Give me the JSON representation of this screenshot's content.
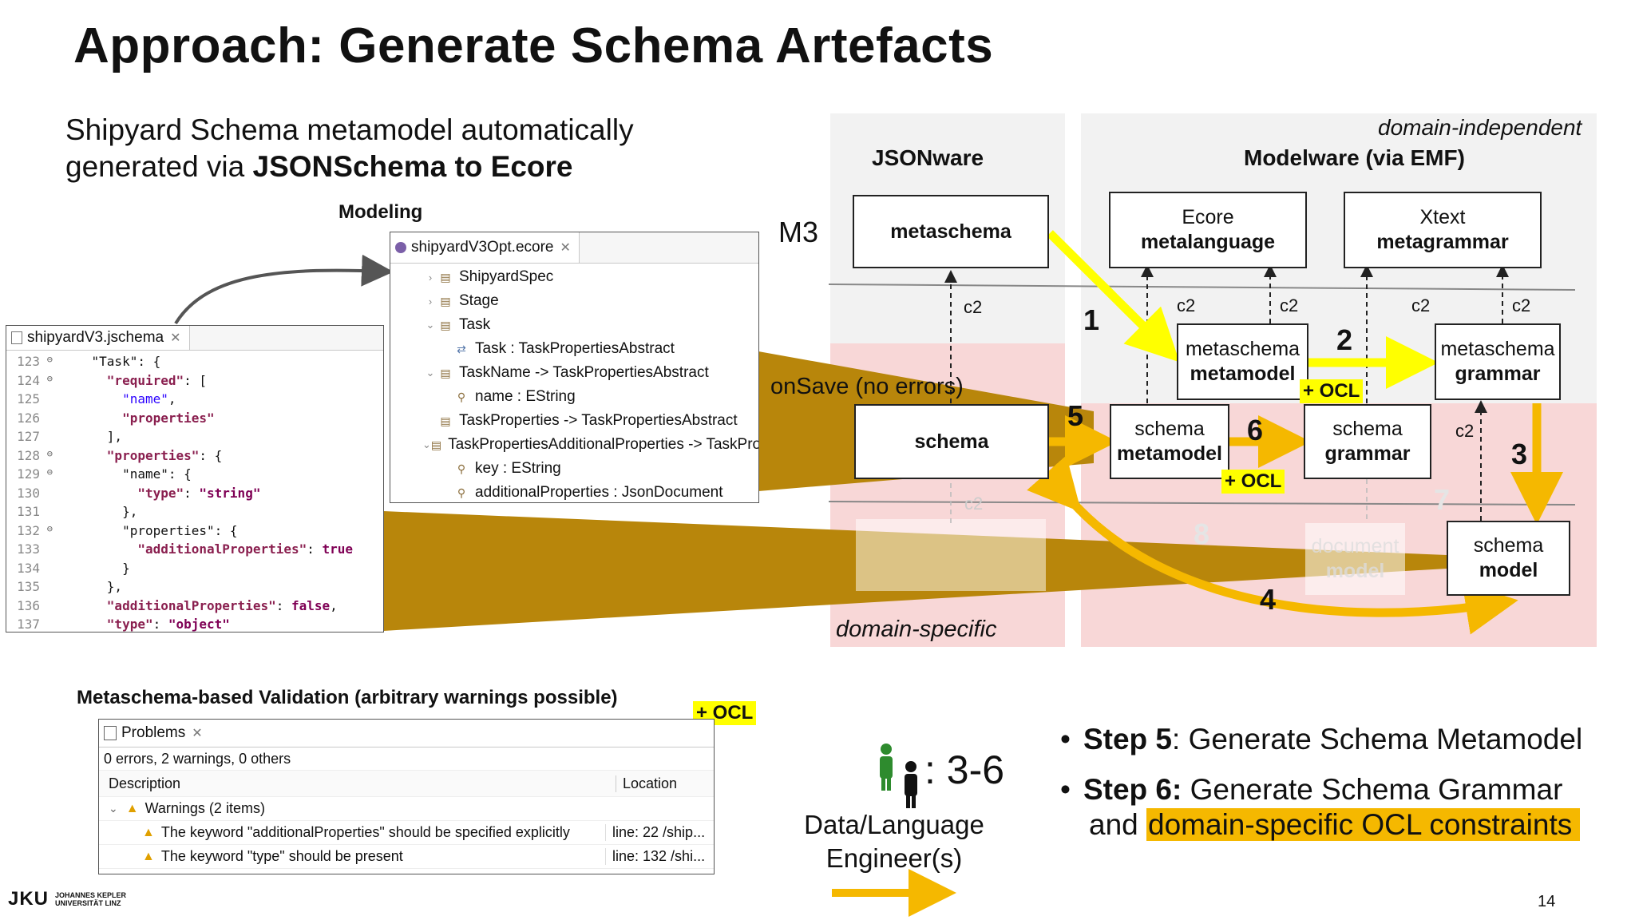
{
  "slide": {
    "title": "Approach: Generate Schema Artefacts",
    "subtitle_line1": "Shipyard Schema metamodel automatically",
    "subtitle_line2_prefix": "generated via ",
    "subtitle_line2_bold": "JSONSchema to Ecore",
    "page_number": "14",
    "logo_text": "JKU",
    "logo_sub1": "JOHANNES KEPLER",
    "logo_sub2": "UNIVERSITÄT LINZ"
  },
  "modeling_label": "Modeling",
  "ecore_editor": {
    "tab": "shipyardV3Opt.ecore",
    "rows": [
      {
        "indent": 2,
        "twisty": "›",
        "icon": "class-icon",
        "text": "ShipyardSpec"
      },
      {
        "indent": 2,
        "twisty": "›",
        "icon": "class-icon",
        "text": "Stage"
      },
      {
        "indent": 2,
        "twisty": "⌄",
        "icon": "class-icon",
        "text": "Task"
      },
      {
        "indent": 3,
        "twisty": "",
        "icon": "supertype-icon",
        "text": "Task : TaskPropertiesAbstract"
      },
      {
        "indent": 2,
        "twisty": "⌄",
        "icon": "class-icon",
        "text": "TaskName -> TaskPropertiesAbstract"
      },
      {
        "indent": 3,
        "twisty": "",
        "icon": "attribute-icon",
        "text": "name : EString"
      },
      {
        "indent": 2,
        "twisty": "",
        "icon": "class-icon",
        "text": "TaskProperties -> TaskPropertiesAbstract"
      },
      {
        "indent": 2,
        "twisty": "⌄",
        "icon": "class-icon",
        "text": "TaskPropertiesAdditionalProperties -> TaskPropertiesAbstract"
      },
      {
        "indent": 3,
        "twisty": "",
        "icon": "attribute-icon",
        "text": "key : EString"
      },
      {
        "indent": 3,
        "twisty": "",
        "icon": "attribute-icon",
        "text": "additionalProperties : JsonDocument"
      }
    ]
  },
  "json_editor": {
    "tab": "shipyardV3.jschema",
    "lines": [
      {
        "n": "123",
        "fold": "⊖",
        "code": [
          {
            "t": "    \"Task\": {",
            "c": ""
          }
        ]
      },
      {
        "n": "124",
        "fold": "⊖",
        "code": [
          {
            "t": "      ",
            "c": ""
          },
          {
            "t": "\"required\"",
            "c": "key"
          },
          {
            "t": ": [",
            "c": ""
          }
        ]
      },
      {
        "n": "125",
        "fold": "",
        "code": [
          {
            "t": "        ",
            "c": ""
          },
          {
            "t": "\"name\"",
            "c": "str"
          },
          {
            "t": ",",
            "c": ""
          }
        ]
      },
      {
        "n": "126",
        "fold": "",
        "code": [
          {
            "t": "        ",
            "c": ""
          },
          {
            "t": "\"properties\"",
            "c": "key"
          }
        ]
      },
      {
        "n": "127",
        "fold": "",
        "code": [
          {
            "t": "      ],",
            "c": ""
          }
        ]
      },
      {
        "n": "128",
        "fold": "⊖",
        "code": [
          {
            "t": "      ",
            "c": ""
          },
          {
            "t": "\"properties\"",
            "c": "key"
          },
          {
            "t": ": {",
            "c": ""
          }
        ]
      },
      {
        "n": "129",
        "fold": "⊖",
        "code": [
          {
            "t": "        \"name\": {",
            "c": ""
          }
        ]
      },
      {
        "n": "130",
        "fold": "",
        "code": [
          {
            "t": "          ",
            "c": ""
          },
          {
            "t": "\"type\"",
            "c": "key"
          },
          {
            "t": ": ",
            "c": ""
          },
          {
            "t": "\"string\"",
            "c": "kw"
          }
        ]
      },
      {
        "n": "131",
        "fold": "",
        "code": [
          {
            "t": "        },",
            "c": ""
          }
        ]
      },
      {
        "n": "132",
        "fold": "⊖",
        "code": [
          {
            "t": "        \"properties\": {",
            "c": ""
          }
        ]
      },
      {
        "n": "133",
        "fold": "",
        "code": [
          {
            "t": "          ",
            "c": ""
          },
          {
            "t": "\"additionalProperties\"",
            "c": "key"
          },
          {
            "t": ": ",
            "c": ""
          },
          {
            "t": "true",
            "c": "kw"
          }
        ]
      },
      {
        "n": "134",
        "fold": "",
        "code": [
          {
            "t": "        }",
            "c": ""
          }
        ]
      },
      {
        "n": "135",
        "fold": "",
        "code": [
          {
            "t": "      },",
            "c": ""
          }
        ]
      },
      {
        "n": "136",
        "fold": "",
        "code": [
          {
            "t": "      ",
            "c": ""
          },
          {
            "t": "\"additionalProperties\"",
            "c": "key"
          },
          {
            "t": ": ",
            "c": ""
          },
          {
            "t": "false",
            "c": "kw"
          },
          {
            "t": ",",
            "c": ""
          }
        ]
      },
      {
        "n": "137",
        "fold": "",
        "code": [
          {
            "t": "      ",
            "c": ""
          },
          {
            "t": "\"type\"",
            "c": "key"
          },
          {
            "t": ": ",
            "c": ""
          },
          {
            "t": "\"object\"",
            "c": "kw"
          }
        ]
      }
    ]
  },
  "validation": {
    "label": "Metaschema-based Validation (arbitrary warnings possible)",
    "ocl_badge": "+ OCL",
    "tab": "Problems",
    "summary": "0 errors, 2 warnings, 0 others",
    "col_description": "Description",
    "col_location": "Location",
    "group": "Warnings (2 items)",
    "items": [
      {
        "desc": "The keyword \"additionalProperties\" should be specified explicitly",
        "loc": "line: 22 /ship..."
      },
      {
        "desc": "The keyword \"type\" should be present",
        "loc": "line: 132 /shi..."
      }
    ]
  },
  "diagram": {
    "onsave": "onSave (no errors)",
    "domain_independent": "domain-independent",
    "domain_specific": "domain-specific",
    "jsonware": "JSONware",
    "modelware": "Modelware (via EMF)",
    "m3": "M3",
    "c2": "c2",
    "nodes": {
      "metaschema": {
        "l1": "metaschema",
        "l2": ""
      },
      "ecore": {
        "l1": "Ecore",
        "l2": "metalanguage"
      },
      "xtext": {
        "l1": "Xtext",
        "l2": "metagrammar"
      },
      "meta_metamodel": {
        "l1": "metaschema",
        "l2": "metamodel"
      },
      "meta_grammar": {
        "l1": "metaschema",
        "l2": "grammar"
      },
      "schema": {
        "l1": "schema",
        "l2": ""
      },
      "schema_metamodel": {
        "l1": "schema",
        "l2": "metamodel"
      },
      "schema_grammar": {
        "l1": "schema",
        "l2": "grammar"
      },
      "schema_model": {
        "l1": "schema",
        "l2": "model"
      },
      "document_model": {
        "l1": "document",
        "l2": "model"
      }
    },
    "ocl": "+ OCL",
    "step_numbers": [
      "1",
      "2",
      "3",
      "4",
      "5",
      "6"
    ],
    "faded_numbers": [
      "7",
      "8"
    ],
    "colors": {
      "yellow": "#ffff00",
      "orange": "#f5b800",
      "olive": "#b8860b",
      "pink": "#f8d7d7",
      "grey": "#f2f2f2"
    }
  },
  "persona": {
    "count": ": 3-6",
    "role_l1": "Data/Language",
    "role_l2": "Engineer(s)"
  },
  "steps": {
    "s5_bold": "Step 5",
    "s5_rest": ": Generate Schema Metamodel",
    "s6_bold": "Step 6:",
    "s6_rest": " Generate Schema Grammar",
    "s6_line2_prefix": "and ",
    "s6_line2_highlight": "domain-specific OCL constraints"
  }
}
